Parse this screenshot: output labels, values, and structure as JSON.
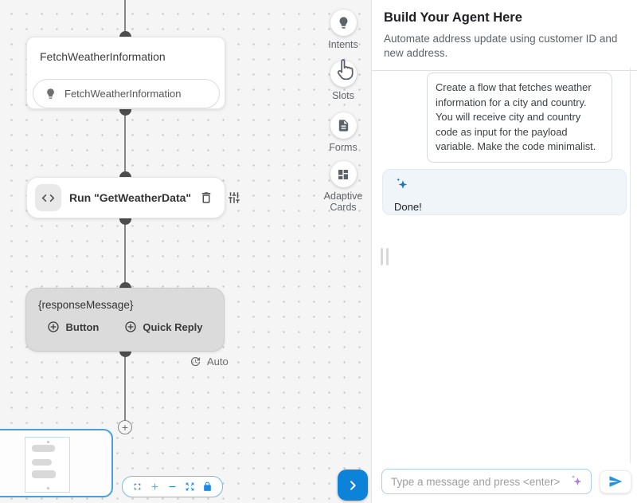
{
  "colors": {
    "accent_blue": "#1e88e5",
    "expand_button_blue": "#0c82d9",
    "sparkle_blue": "#1773c5",
    "sparkle_purple": "#b07de0",
    "canvas_bg": "#f5f5f5"
  },
  "canvas": {
    "intent_node": {
      "title": "FetchWeatherInformation",
      "chip_label": "FetchWeatherInformation"
    },
    "action_node": {
      "label": "Run \"GetWeatherData\""
    },
    "message_node": {
      "label": "{responseMessage}",
      "add_button_label": "Button",
      "add_quick_reply_label": "Quick Reply"
    },
    "auto_badge_label": "Auto",
    "add_node_glyph": "+"
  },
  "palette": {
    "items": [
      {
        "icon": "lightbulb-icon",
        "label": "Intents"
      },
      {
        "icon": "slots-icon",
        "label": "Slots"
      },
      {
        "icon": "document-icon",
        "label": "Forms"
      },
      {
        "icon": "dashboard-icon",
        "label": "Adaptive Cards"
      }
    ]
  },
  "assistant_panel": {
    "title": "Build Your Agent Here",
    "subtitle": "Automate address update using customer ID and new address.",
    "messages": {
      "user": "Create a flow that fetches weather information for a city and country. You will receive city and country code as input for the payload variable. Make the code minimalist.",
      "assistant": "Done!"
    },
    "composer": {
      "placeholder": "Type a message and press <enter>"
    }
  }
}
